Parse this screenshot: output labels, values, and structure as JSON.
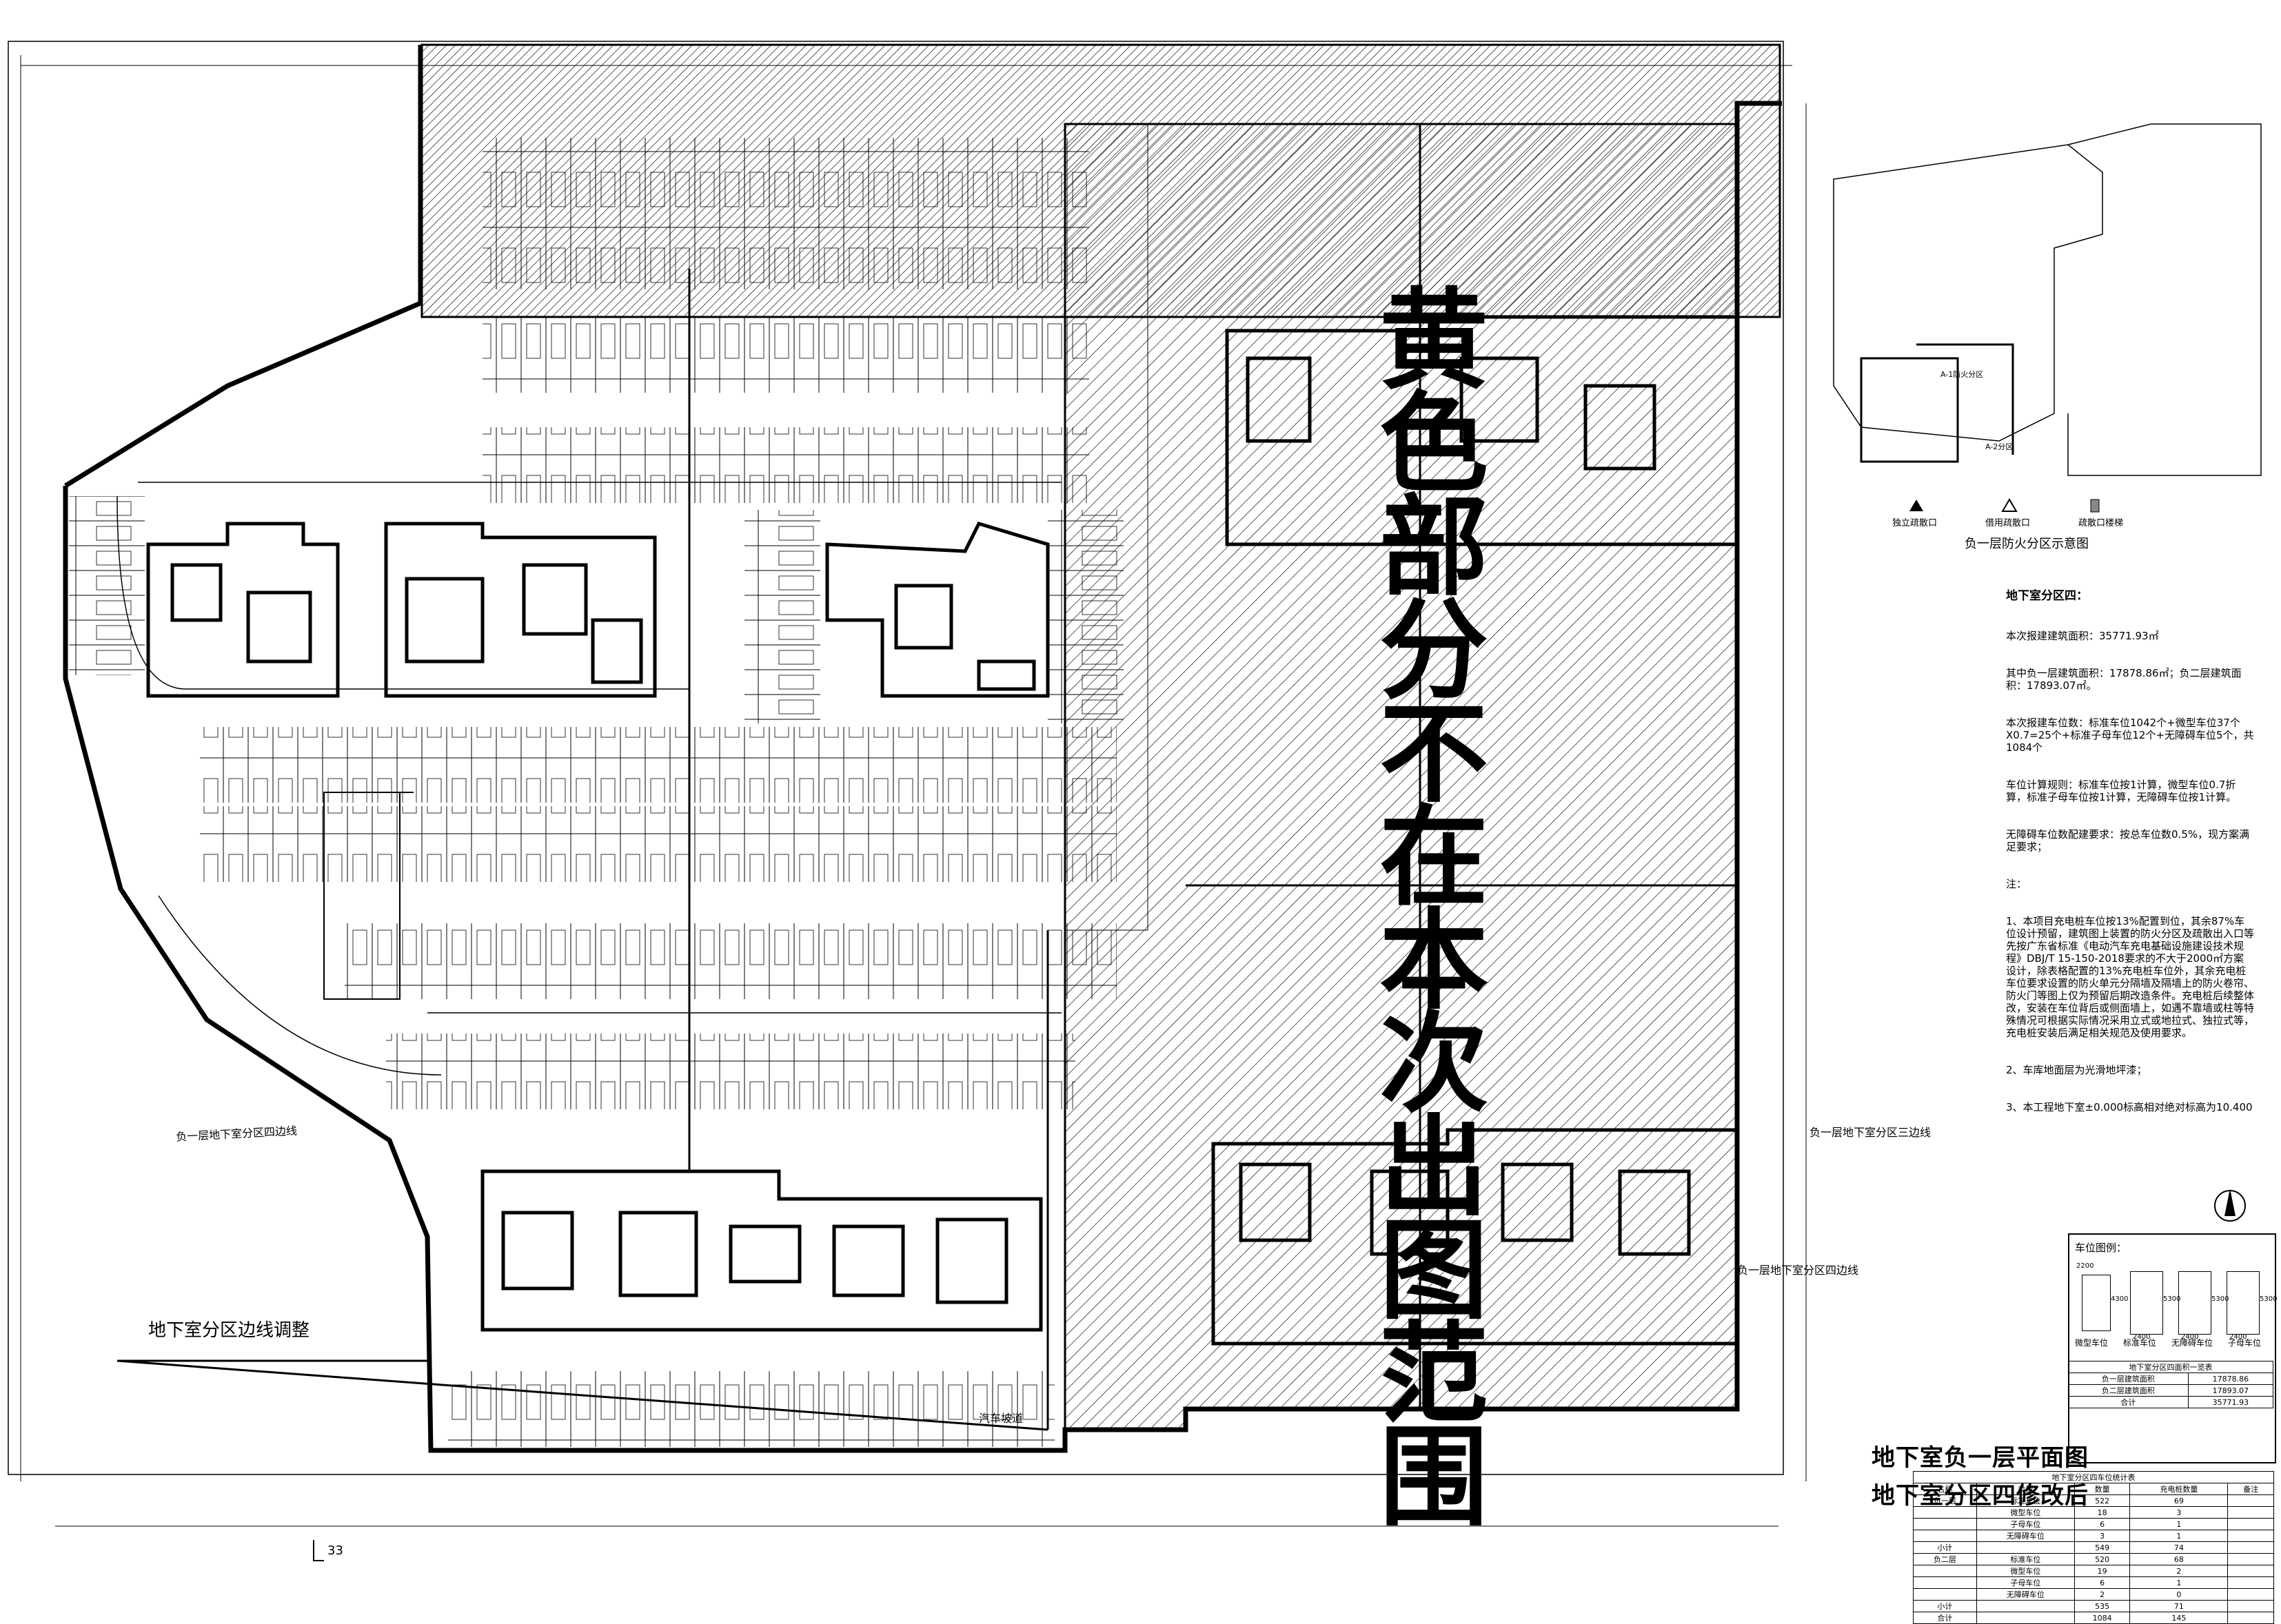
{
  "drawing_title": "地下室负一层平面图",
  "drawing_subtitle": "地下室分区四修改后",
  "watermark": "黄色部分不在本次出图范围",
  "labels": {
    "zone_boundary_adjust": "地下室分区边线调整",
    "zone4_line": "负一层地下室分区四边线",
    "zone3_line": "负一层地下室分区三边线",
    "zone4_east_line": "负一层地下室分区四边线",
    "ramp": "汽车坡道",
    "key_plan_title": "负一层防火分区示意图",
    "key_plan_zone_a": "A-1防火分区",
    "key_plan_zone_b": "A-2分区",
    "scale_mark": "33"
  },
  "key_plan_legend": [
    {
      "label": "独立疏散口"
    },
    {
      "label": "借用疏散口"
    },
    {
      "label": "疏散口楼梯"
    }
  ],
  "notes": {
    "title": "地下室分区四：",
    "lines": [
      "本次报建建筑面积：35771.93㎡",
      "其中负一层建筑面积：17878.86㎡；负二层建筑面积：17893.07㎡。",
      "本次报建车位数：标准车位1042个+微型车位37个X0.7=25个+标准子母车位12个+无障碍车位5个，共1084个",
      "车位计算规则：标准车位按1计算，微型车位0.7折算，标准子母车位按1计算，无障碍车位按1计算。",
      "无障碍车位数配建要求：按总车位数0.5%，现方案满足要求；",
      "注：",
      "1、本项目充电桩车位按13%配置到位，其余87%车位设计预留，建筑图上装置的防火分区及疏散出入口等先按广东省标准《电动汽车充电基础设施建设技术规程》DBJ/T 15-150-2018要求的不大于2000㎡方案设计，除表格配置的13%充电桩车位外，其余充电桩车位要求设置的防火单元分隔墙及隔墙上的防火卷帘、防火门等图上仅为预留后期改造条件。充电桩后续整体改，安装在车位背后或侧面墙上，如遇不靠墙或柱等特殊情况可根据实际情况采用立式或地拉式、独拉式等，充电桩安装后满足相关规范及使用要求。",
      "2、车库地面层为光滑地坪漆；",
      "3、本工程地下室±0.000标高相对绝对标高为10.400"
    ]
  },
  "parking_legend": {
    "title": "车位图例：",
    "types": [
      {
        "name": "微型车位",
        "dims": [
          "4300",
          "2200"
        ]
      },
      {
        "name": "标准车位",
        "dims": [
          "5300",
          "2400"
        ]
      },
      {
        "name": "无障碍车位",
        "dims": [
          "5300",
          "2400"
        ]
      },
      {
        "name": "子母车位",
        "dims": [
          "5300",
          "2400"
        ]
      }
    ]
  },
  "area_table": {
    "title": "地下室分区四面积一览表",
    "rows": [
      [
        "负一层建筑面积",
        "17878.86"
      ],
      [
        "负二层建筑面积",
        "17893.07"
      ],
      [
        "合计",
        "35771.93"
      ]
    ]
  },
  "stat_table": {
    "title": "地下室分区四车位统计表",
    "header": [
      "名称",
      "类型",
      "数量",
      "充电桩数量",
      "备注"
    ],
    "rows": [
      [
        "负一层",
        "标准车位",
        "522",
        "69",
        ""
      ],
      [
        "",
        "微型车位",
        "18",
        "3",
        ""
      ],
      [
        "",
        "子母车位",
        "6",
        "1",
        ""
      ],
      [
        "",
        "无障碍车位",
        "3",
        "1",
        ""
      ],
      [
        "小计",
        "",
        "549",
        "74",
        ""
      ],
      [
        "负二层",
        "标准车位",
        "520",
        "68",
        ""
      ],
      [
        "",
        "微型车位",
        "19",
        "2",
        ""
      ],
      [
        "",
        "子母车位",
        "6",
        "1",
        ""
      ],
      [
        "",
        "无障碍车位",
        "2",
        "0",
        ""
      ],
      [
        "小计",
        "",
        "535",
        "71",
        ""
      ],
      [
        "合计",
        "",
        "1084",
        "145",
        ""
      ]
    ]
  }
}
